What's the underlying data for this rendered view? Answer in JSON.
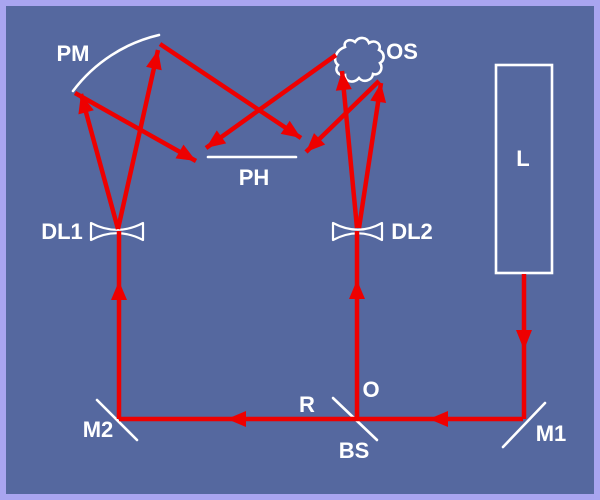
{
  "diagram": {
    "labels": {
      "pm": "PM",
      "os": "OS",
      "laser": "L",
      "ph": "PH",
      "dl1": "DL1",
      "dl2": "DL2",
      "m1": "M1",
      "m2": "M2",
      "bs": "BS",
      "reference_beam": "R",
      "object_beam": "O"
    },
    "colors": {
      "background": "#55689f",
      "border": "#a9a5f0",
      "beam": "#ee0000",
      "component": "#ffffff",
      "label_text": "#ffffff"
    }
  }
}
